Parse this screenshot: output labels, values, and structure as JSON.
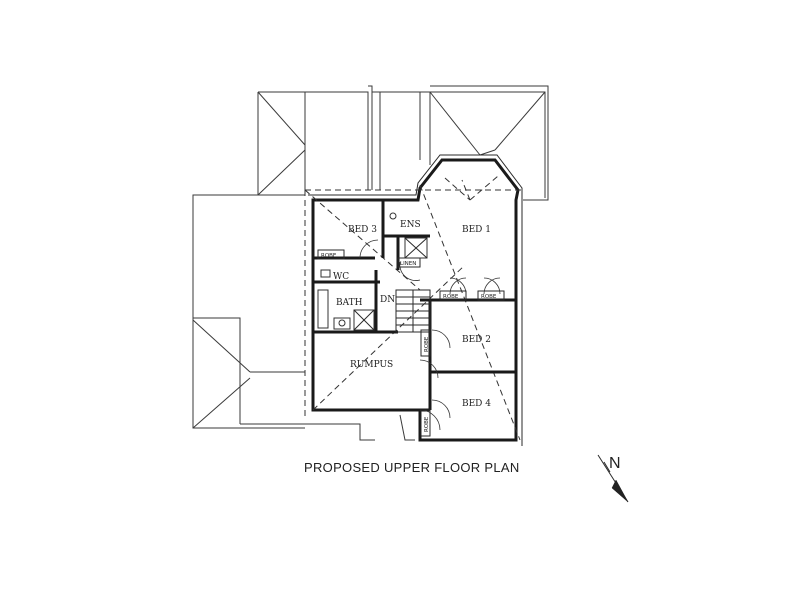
{
  "plan": {
    "title": "PROPOSED UPPER FLOOR  PLAN",
    "north": "N",
    "rooms": {
      "bed1": "BED 1",
      "bed2": "BED 2",
      "bed3": "BED 3",
      "bed4": "BED 4",
      "ens": "ENS",
      "bath": "BATH",
      "wc": "WC",
      "rumpus": "RUMPUS",
      "dn": "DN"
    },
    "storage": {
      "robe_bed3": "ROBE",
      "linen": "LINEN",
      "robe_bed1_left": "ROBE",
      "robe_bed1_right": "ROBE",
      "robe_bed2": "ROBE",
      "robe_bed4": "ROBE"
    }
  }
}
